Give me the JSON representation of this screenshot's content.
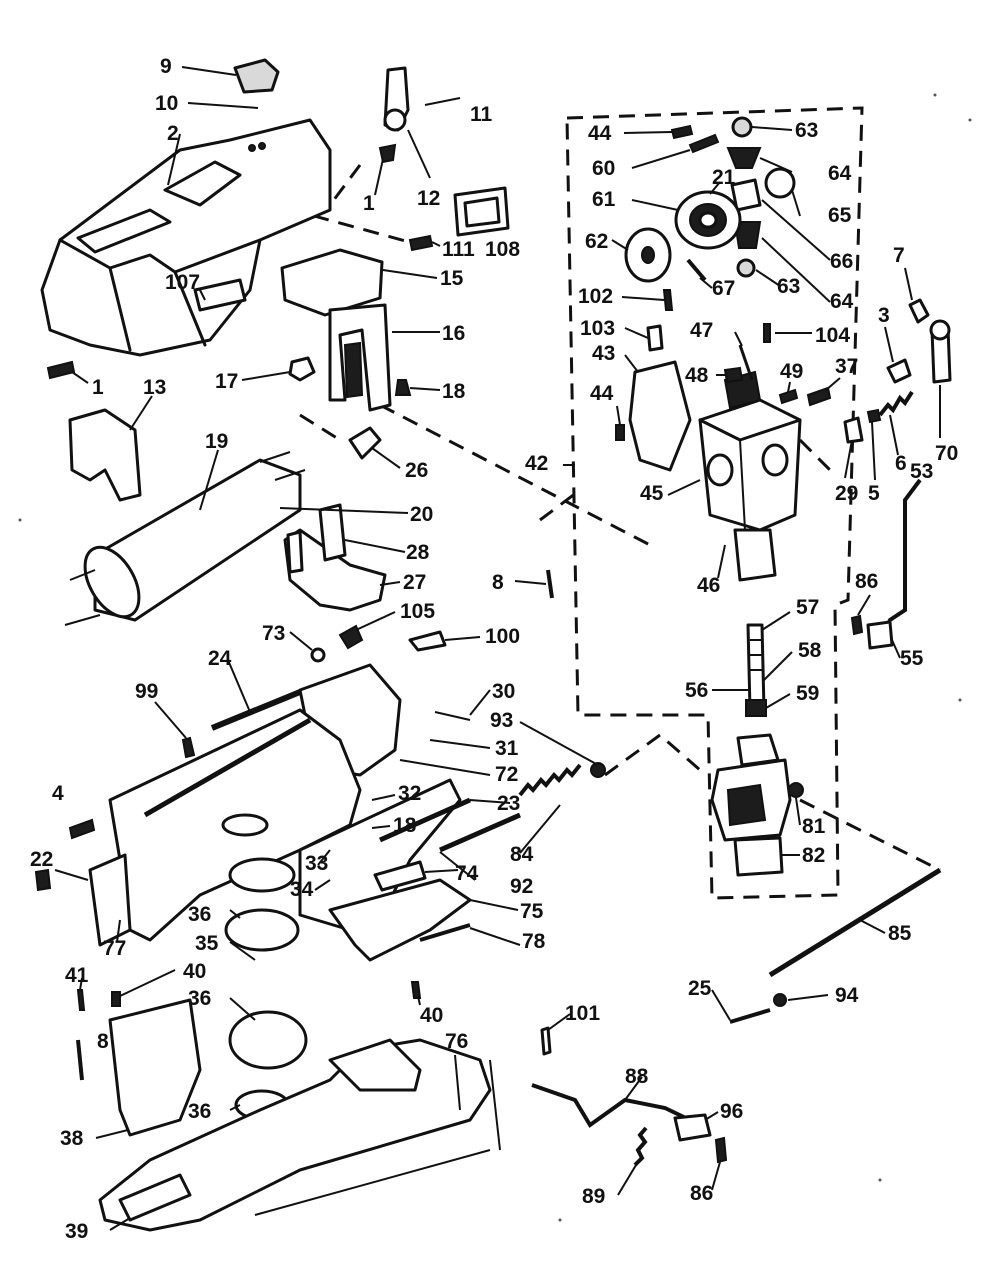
{
  "callouts": [
    {
      "id": "9",
      "text": "9"
    },
    {
      "id": "10",
      "text": "10"
    },
    {
      "id": "2",
      "text": "2"
    },
    {
      "id": "11",
      "text": "11"
    },
    {
      "id": "12",
      "text": "12"
    },
    {
      "id": "1a",
      "text": "1"
    },
    {
      "id": "111",
      "text": "111"
    },
    {
      "id": "108",
      "text": "108"
    },
    {
      "id": "15",
      "text": "15"
    },
    {
      "id": "107",
      "text": "107"
    },
    {
      "id": "16",
      "text": "16"
    },
    {
      "id": "17",
      "text": "17"
    },
    {
      "id": "18a",
      "text": "18"
    },
    {
      "id": "1b",
      "text": "1"
    },
    {
      "id": "13",
      "text": "13"
    },
    {
      "id": "19",
      "text": "19"
    },
    {
      "id": "26",
      "text": "26"
    },
    {
      "id": "20",
      "text": "20"
    },
    {
      "id": "28",
      "text": "28"
    },
    {
      "id": "27",
      "text": "27"
    },
    {
      "id": "73",
      "text": "73"
    },
    {
      "id": "105",
      "text": "105"
    },
    {
      "id": "100",
      "text": "100"
    },
    {
      "id": "24",
      "text": "24"
    },
    {
      "id": "99",
      "text": "99"
    },
    {
      "id": "30",
      "text": "30"
    },
    {
      "id": "93",
      "text": "93"
    },
    {
      "id": "31",
      "text": "31"
    },
    {
      "id": "72",
      "text": "72"
    },
    {
      "id": "4",
      "text": "4"
    },
    {
      "id": "32",
      "text": "32"
    },
    {
      "id": "18b",
      "text": "18"
    },
    {
      "id": "23",
      "text": "23"
    },
    {
      "id": "22",
      "text": "22"
    },
    {
      "id": "33",
      "text": "33"
    },
    {
      "id": "34",
      "text": "34"
    },
    {
      "id": "84",
      "text": "84"
    },
    {
      "id": "74",
      "text": "74"
    },
    {
      "id": "92",
      "text": "92"
    },
    {
      "id": "77",
      "text": "77"
    },
    {
      "id": "36a",
      "text": "36"
    },
    {
      "id": "75",
      "text": "75"
    },
    {
      "id": "35",
      "text": "35"
    },
    {
      "id": "78",
      "text": "78"
    },
    {
      "id": "41",
      "text": "41"
    },
    {
      "id": "40a",
      "text": "40"
    },
    {
      "id": "36b",
      "text": "36"
    },
    {
      "id": "40b",
      "text": "40"
    },
    {
      "id": "8a",
      "text": "8"
    },
    {
      "id": "76",
      "text": "76"
    },
    {
      "id": "38",
      "text": "38"
    },
    {
      "id": "36c",
      "text": "36"
    },
    {
      "id": "39",
      "text": "39"
    },
    {
      "id": "44a",
      "text": "44"
    },
    {
      "id": "63a",
      "text": "63"
    },
    {
      "id": "60",
      "text": "60"
    },
    {
      "id": "64a",
      "text": "64"
    },
    {
      "id": "21",
      "text": "21"
    },
    {
      "id": "61",
      "text": "61"
    },
    {
      "id": "65",
      "text": "65"
    },
    {
      "id": "66",
      "text": "66"
    },
    {
      "id": "62",
      "text": "62"
    },
    {
      "id": "67",
      "text": "67"
    },
    {
      "id": "63b",
      "text": "63"
    },
    {
      "id": "64b",
      "text": "64"
    },
    {
      "id": "102",
      "text": "102"
    },
    {
      "id": "103",
      "text": "103"
    },
    {
      "id": "47",
      "text": "47"
    },
    {
      "id": "104",
      "text": "104"
    },
    {
      "id": "43",
      "text": "43"
    },
    {
      "id": "48",
      "text": "48"
    },
    {
      "id": "49",
      "text": "49"
    },
    {
      "id": "37",
      "text": "37"
    },
    {
      "id": "7",
      "text": "7"
    },
    {
      "id": "3",
      "text": "3"
    },
    {
      "id": "44b",
      "text": "44"
    },
    {
      "id": "42",
      "text": "42"
    },
    {
      "id": "45",
      "text": "45"
    },
    {
      "id": "29",
      "text": "29"
    },
    {
      "id": "5",
      "text": "5"
    },
    {
      "id": "6",
      "text": "6"
    },
    {
      "id": "53",
      "text": "53"
    },
    {
      "id": "70",
      "text": "70"
    },
    {
      "id": "8b",
      "text": "8"
    },
    {
      "id": "46",
      "text": "46"
    },
    {
      "id": "86a",
      "text": "86"
    },
    {
      "id": "57",
      "text": "57"
    },
    {
      "id": "55",
      "text": "55"
    },
    {
      "id": "58",
      "text": "58"
    },
    {
      "id": "56",
      "text": "56"
    },
    {
      "id": "59",
      "text": "59"
    },
    {
      "id": "81",
      "text": "81"
    },
    {
      "id": "82",
      "text": "82"
    },
    {
      "id": "85",
      "text": "85"
    },
    {
      "id": "25",
      "text": "25"
    },
    {
      "id": "94",
      "text": "94"
    },
    {
      "id": "101",
      "text": "101"
    },
    {
      "id": "88",
      "text": "88"
    },
    {
      "id": "96",
      "text": "96"
    },
    {
      "id": "89",
      "text": "89"
    },
    {
      "id": "86b",
      "text": "86"
    }
  ],
  "colors": {
    "ink": "#111111",
    "paper": "#ffffff"
  }
}
